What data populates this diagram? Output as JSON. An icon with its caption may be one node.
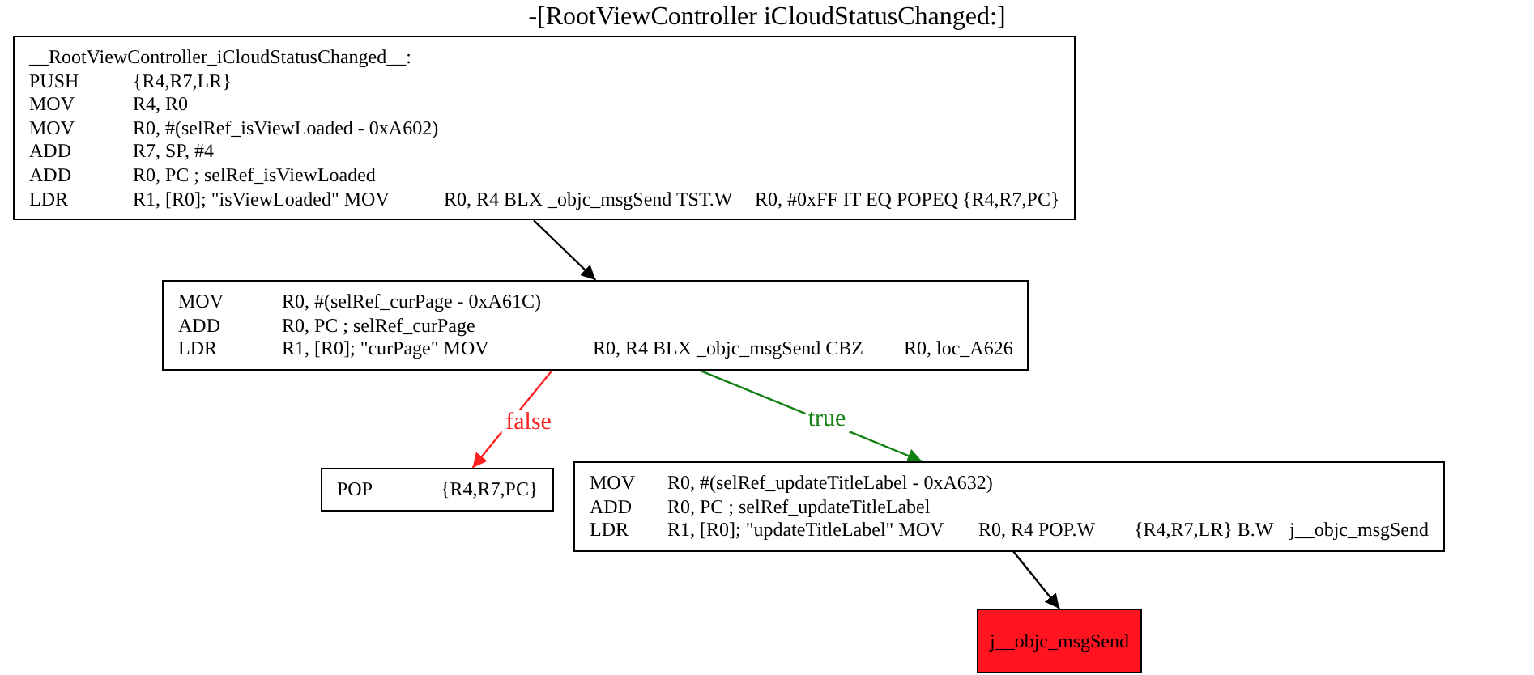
{
  "diagram": {
    "title": "-[RootViewController iCloudStatusChanged:]",
    "nodes": [
      {
        "text": [
          "__RootViewController_iCloudStatusChanged__:",
          "PUSH\t{R4,R7,LR}",
          "MOV\tR4, R0",
          "MOV\tR0, #(selRef_isViewLoaded - 0xA602)",
          "ADD\tR7, SP, #4",
          "ADD\tR0, PC ; selRef_isViewLoaded",
          "LDR\tR1, [R0]; \"isViewLoaded\" MOV\tR0, R4 BLX\t_objc_msgSend TST.W\tR0, #0xFF IT EQ POPEQ\t{R4,R7,PC}"
        ]
      },
      {
        "text": [
          "MOV\tR0, #(selRef_curPage - 0xA61C)",
          "ADD\tR0, PC ; selRef_curPage",
          "LDR\tR1, [R0]; \"curPage\" MOV\tR0, R4 BLX\t_objc_msgSend CBZ\tR0, loc_A626"
        ]
      },
      {
        "text": [
          "POP\t{R4,R7,PC}"
        ]
      },
      {
        "text": [
          "MOV\tR0, #(selRef_updateTitleLabel - 0xA632)",
          "ADD\tR0, PC ; selRef_updateTitleLabel",
          "LDR\tR1, [R0]; \"updateTitleLabel\" MOV\tR0, R4 POP.W\t{R4,R7,LR} B.W\tj__objc_msgSend"
        ]
      },
      {
        "text": [
          "j__objc_msgSend"
        ]
      }
    ],
    "edges": [
      {
        "from": 0,
        "to": 1,
        "arrow": "to"
      },
      {
        "from": 1,
        "to": 2,
        "arrow": "to",
        "label": "false",
        "color": "#ff2020"
      },
      {
        "from": 1,
        "to": 3,
        "arrow": "to",
        "label": "true",
        "color": "#128012"
      },
      {
        "from": 3,
        "to": 4,
        "arrow": "to"
      }
    ]
  }
}
